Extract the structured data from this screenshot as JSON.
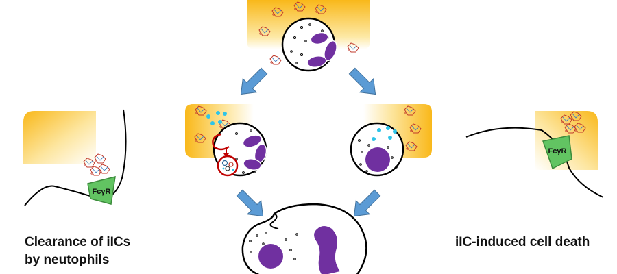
{
  "captions": {
    "left": [
      "Clearance of iICs",
      "by neutophils"
    ],
    "right": [
      "iIC-induced cell death"
    ]
  },
  "receptor_label": "FcγR",
  "colors": {
    "gradient": "#f9b81a",
    "nucleus": "#7030a0",
    "arrow": "#5b9bd5",
    "granule_cyan": "#2ec4e8",
    "receptor": "#62c462",
    "vesicle_red": "#c00000"
  }
}
